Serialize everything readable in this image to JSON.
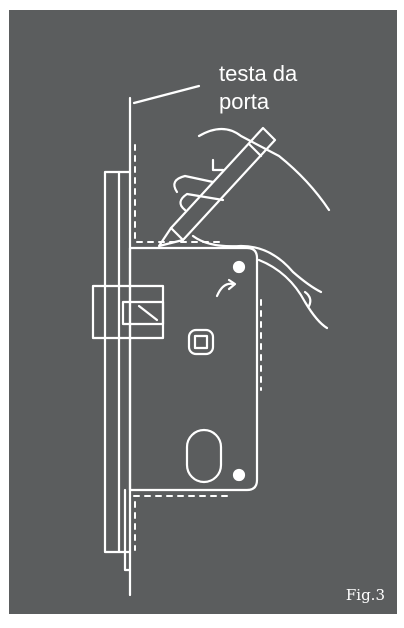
{
  "callout": {
    "line1": "testa da",
    "line2": "porta"
  },
  "figure_label": "Fig.3",
  "colors": {
    "panel": "#5b5d5e",
    "stroke": "#ffffff",
    "page": "#ffffff"
  },
  "icons": {
    "hand": "hand-with-pencil-icon",
    "lock": "mortise-lock-icon"
  }
}
